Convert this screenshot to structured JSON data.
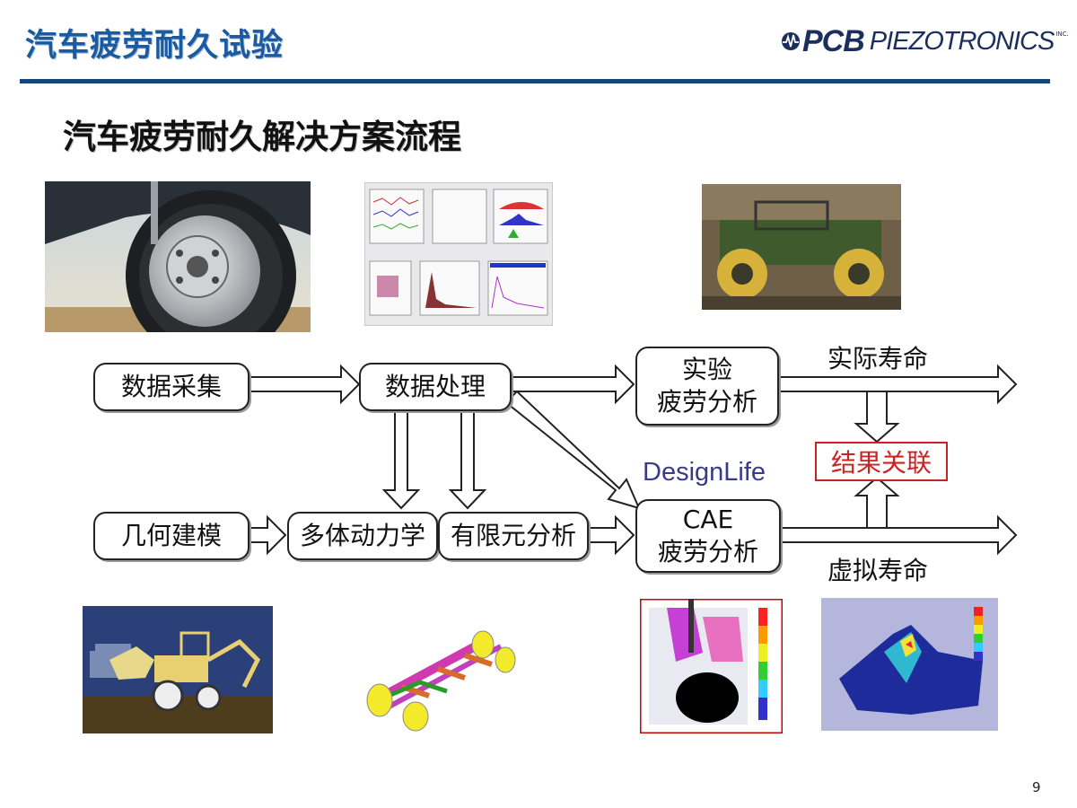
{
  "header": {
    "title": "汽车疲劳耐久试验"
  },
  "logo": {
    "brand": "PCB",
    "sub": "PIEZOTRONICS",
    "inc": "INC."
  },
  "subtitle": "汽车疲劳耐久解决方案流程",
  "flow": {
    "data_acquisition": "数据采集",
    "data_processing": "数据处理",
    "test_line1": "实验",
    "test_line2": "疲劳分析",
    "actual_life": "实际寿命",
    "result_correlation": "结果关联",
    "designlife": "DesignLife",
    "geometry": "几何建模",
    "multibody": "多体动力学",
    "fea": "有限元分析",
    "cae_line1": "CAE",
    "cae_line2": "疲劳分析",
    "virtual_life": "虚拟寿命"
  },
  "page_number": "9",
  "colors": {
    "title_blue": "#1a5aa0",
    "rule_navy": "#15467e",
    "result_red": "#cc2222"
  }
}
